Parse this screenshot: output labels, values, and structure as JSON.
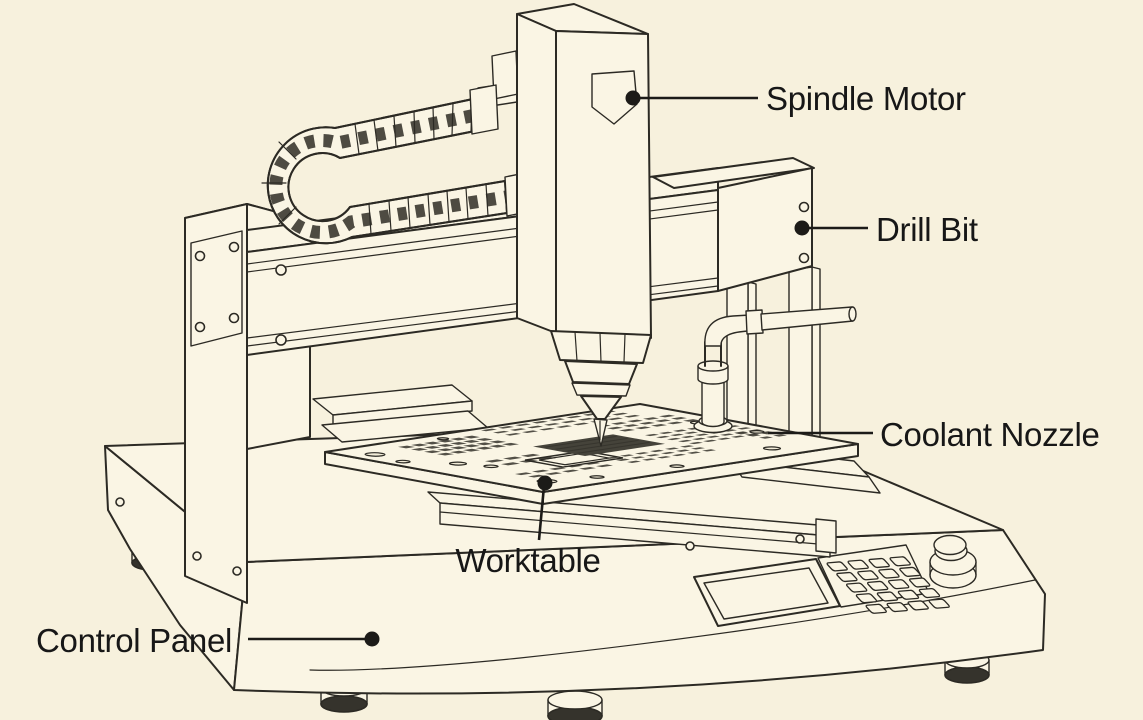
{
  "diagram": {
    "labels": {
      "spindle_motor": "Spindle Motor",
      "drill_bit": "Drill Bit",
      "coolant_nozzle": "Coolant Nozzle",
      "worktable": "Worktable",
      "control_panel": "Control Panel"
    },
    "colors": {
      "background": "#f7f1dd",
      "surface": "#faf5e4",
      "line": "#2c2a24",
      "label_text": "#171717",
      "chip": "#45433a"
    }
  }
}
